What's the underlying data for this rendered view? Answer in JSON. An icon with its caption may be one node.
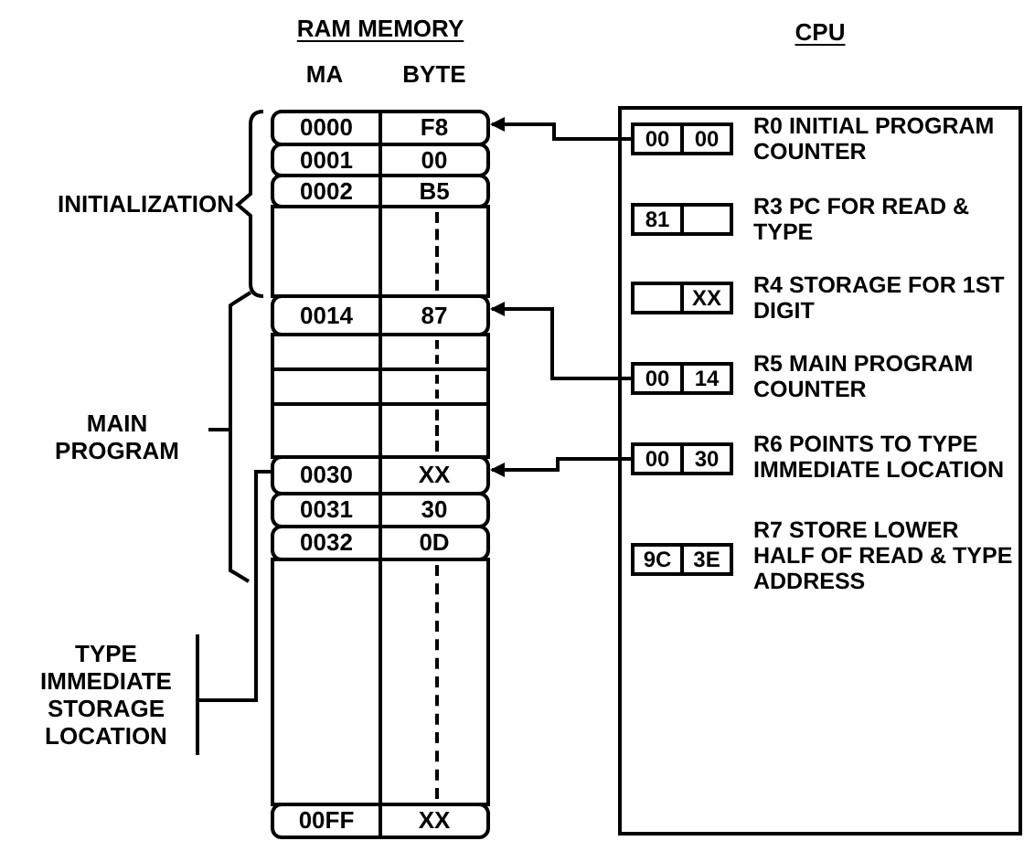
{
  "diagram": {
    "nodes": [
      {
        "text": [
          "RAM MEMORY",
          "MA",
          "BYTE"
        ]
      },
      {
        "text": [
          "0000",
          "F8"
        ],
        "in": 0
      },
      {
        "text": [
          "0001",
          "00"
        ],
        "in": 0
      },
      {
        "text": [
          "0002",
          "B5"
        ],
        "in": 0
      },
      {
        "text": [],
        "shape": "box",
        "in": 0
      },
      {
        "text": [
          "0014",
          "87"
        ],
        "in": 0
      },
      {
        "text": [],
        "shape": "box",
        "in": 0
      },
      {
        "text": [],
        "shape": "box",
        "in": 0
      },
      {
        "text": [],
        "shape": "box",
        "in": 0
      },
      {
        "text": [
          "0030",
          "XX"
        ],
        "in": 0
      },
      {
        "text": [
          "0031",
          "30"
        ],
        "in": 0
      },
      {
        "text": [
          "0032",
          "0D"
        ],
        "in": 0
      },
      {
        "text": [],
        "shape": "box",
        "in": 0
      },
      {
        "text": [
          "00FF",
          "XX"
        ],
        "in": 0
      },
      {
        "text": [
          "CPU"
        ]
      },
      {
        "text": [
          "00",
          "00"
        ],
        "in": 14,
        "beside": [
          "R0 INITIAL PROGRAM COUNTER"
        ]
      },
      {
        "text": [
          "81"
        ],
        "in": 14,
        "beside": [
          "R3 PC FOR READ & TYPE"
        ]
      },
      {
        "text": [
          "XX"
        ],
        "in": 14,
        "beside": [
          "R4 STORAGE FOR 1ST DIGIT"
        ]
      },
      {
        "text": [
          "00",
          "14"
        ],
        "in": 14,
        "beside": [
          "R5 MAIN PROGRAM COUNTER"
        ]
      },
      {
        "text": [
          "00",
          "30"
        ],
        "in": 14,
        "beside": [
          "R6 POINTS TO TYPE IMMEDIATE LOCATION"
        ]
      },
      {
        "text": [
          "9C",
          "3E"
        ],
        "in": 14,
        "beside": [
          "R7 STORE LOWER HALF OF READ & TYPE ADDRESS"
        ]
      }
    ],
    "edges": [
      {
        "from": 15,
        "to": 1,
        "arrow": "to"
      },
      {
        "from": 18,
        "to": 5,
        "arrow": "to"
      },
      {
        "from": 19,
        "to": 9,
        "arrow": "to"
      }
    ],
    "labels": [
      "INITIALIZATION",
      "MAIN PROGRAM",
      "TYPE IMMEDIATE STORAGE LOCATION"
    ]
  }
}
